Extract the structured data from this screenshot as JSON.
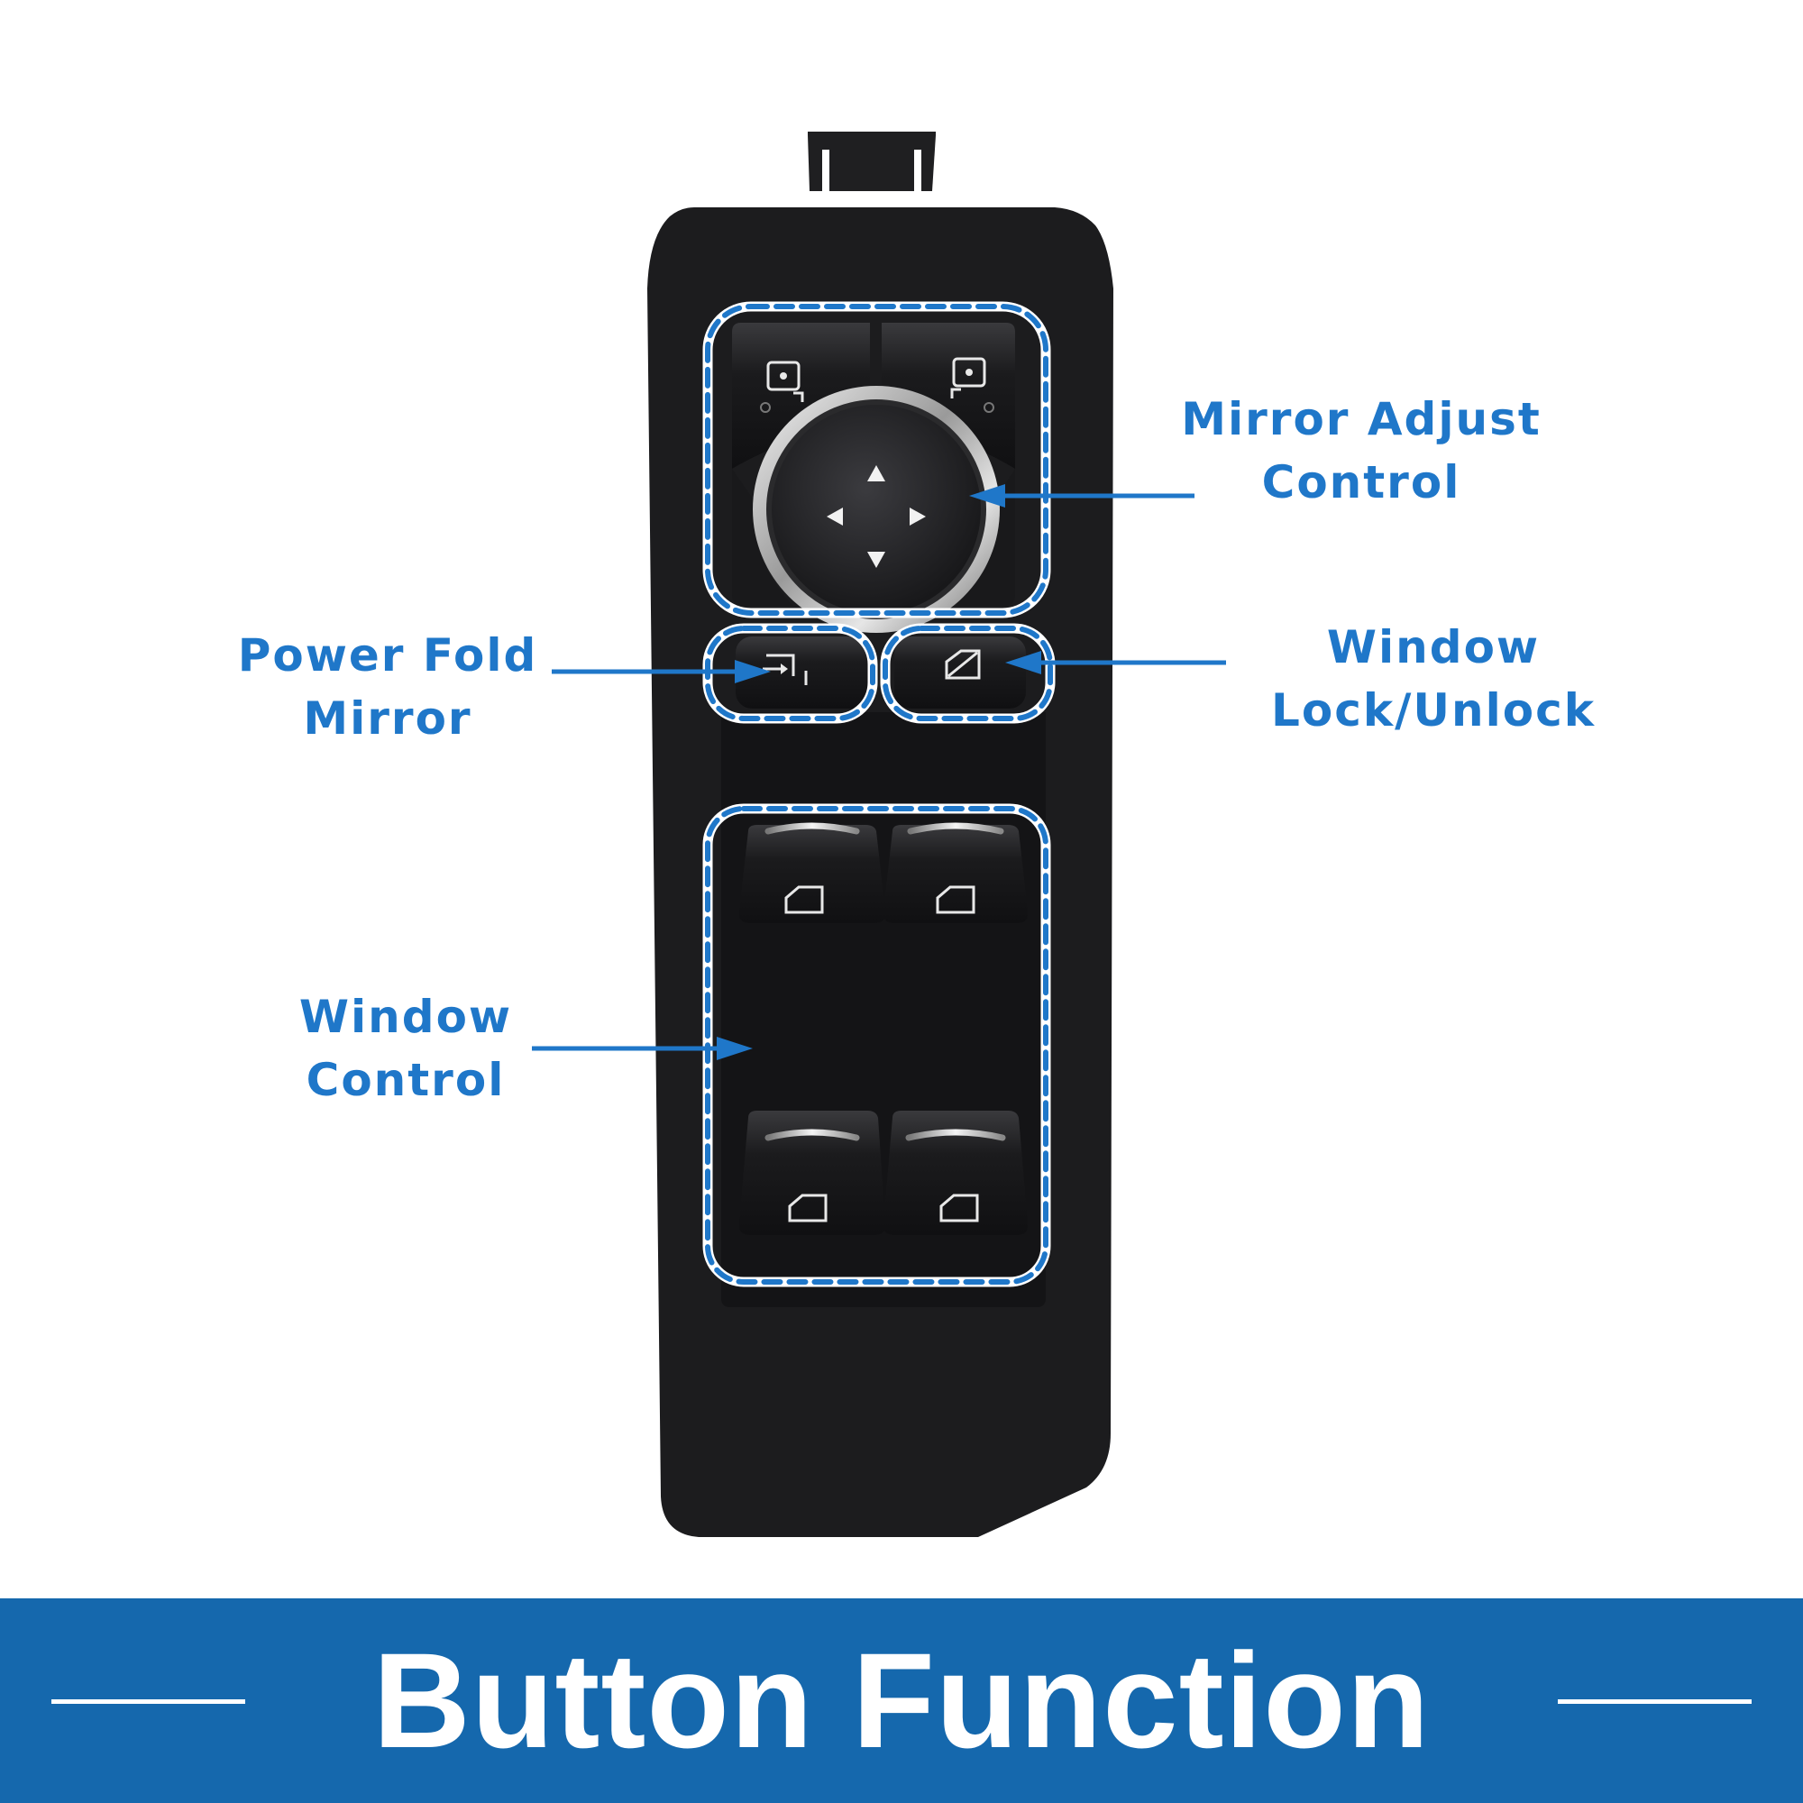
{
  "callouts": {
    "mirror_adjust": {
      "line1": "Mirror Adjust",
      "line2": "Control"
    },
    "power_fold": {
      "line1": "Power Fold",
      "line2": "Mirror"
    },
    "window_lock": {
      "line1": "Window",
      "line2": "Lock/Unlock"
    },
    "window_control": {
      "line1": "Window",
      "line2": "Control"
    }
  },
  "banner": {
    "title": "Button Function"
  },
  "colors": {
    "accent": "#1f77c9",
    "banner": "#1568ad",
    "panel": "#1c1c1e",
    "text_on_banner": "#ffffff"
  },
  "icons": {
    "mirror_left": "mirror-select-left-icon",
    "mirror_right": "mirror-select-right-icon",
    "fold": "power-fold-mirror-icon",
    "lock": "window-lock-icon",
    "window": "window-icon",
    "arrows": [
      "arrow-up-icon",
      "arrow-left-icon",
      "arrow-right-icon",
      "arrow-down-icon"
    ]
  }
}
